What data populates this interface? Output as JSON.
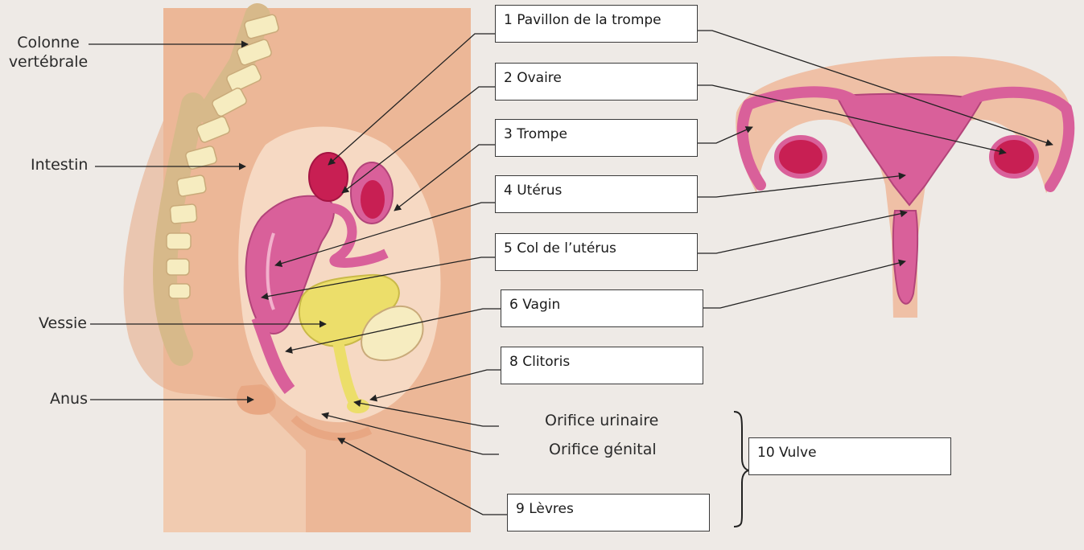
{
  "left_labels": {
    "colonne": "Colonne",
    "vertebrale": "vertébrale",
    "intestin": "Intestin",
    "vessie": "Vessie",
    "anus": "Anus"
  },
  "boxes": {
    "b1": "1 Pavillon de la trompe",
    "b2": "2 Ovaire",
    "b3": "3 Trompe",
    "b4": "4 Utérus",
    "b5": "5 Col de l’utérus",
    "b6": "6 Vagin",
    "b8": "8 Clitoris",
    "b9": "9 Lèvres",
    "b10": "10 Vulve"
  },
  "plain": {
    "orifice_urinaire": "Orifice urinaire",
    "orifice_genital": "Orifice génital"
  },
  "colors": {
    "skin": "#f2c6a9",
    "skin_dark": "#e49a78",
    "organ_pink": "#d9609a",
    "ovary_red": "#c81f53",
    "bladder_yellow": "#ecde6a",
    "bone": "#f6ecc0"
  }
}
